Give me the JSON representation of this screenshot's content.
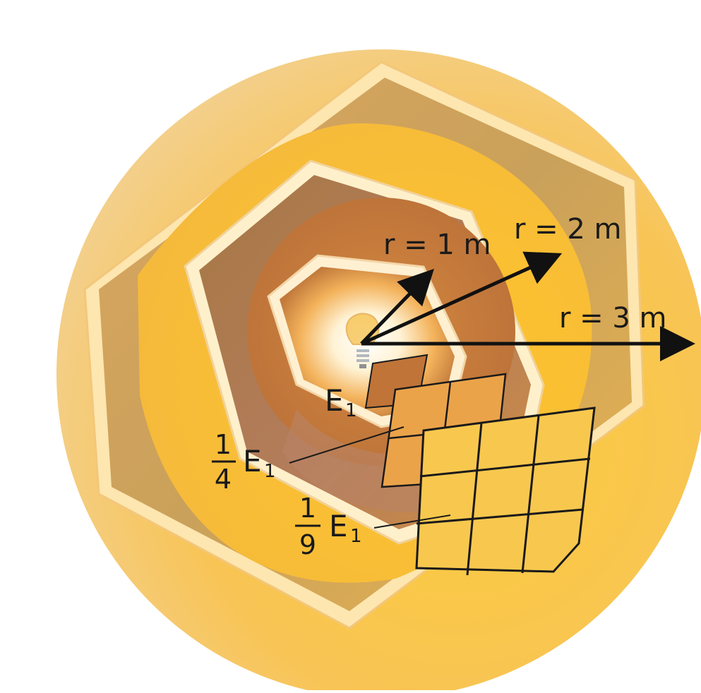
{
  "labels": {
    "r1": "r = 1 m",
    "r2": "r = 2 m",
    "r3": "r = 3 m",
    "e1_letter": "E",
    "e1_sub": "1",
    "quarter_num": "1",
    "quarter_den": "4",
    "quarter_letter": "E",
    "quarter_sub": "1",
    "ninth_num": "1",
    "ninth_den": "9",
    "ninth_letter": "E",
    "ninth_sub": "1"
  },
  "icons": {
    "source": "light-bulb"
  },
  "colors": {
    "outer_sphere": "#f6c45a",
    "shell_cut": "#c48b47",
    "inner_shell": "#a9663b",
    "core_glow": "#ffffff",
    "grid_fill": "#f8c84e",
    "grid_stroke": "#1a1a1a",
    "arrow": "#111111"
  },
  "grids": [
    {
      "name": "one-square-meter-area",
      "cols": 1,
      "rows": 1
    },
    {
      "name": "four-square-meter-area",
      "cols": 2,
      "rows": 2
    },
    {
      "name": "nine-square-meter-area",
      "cols": 3,
      "rows": 3
    }
  ]
}
